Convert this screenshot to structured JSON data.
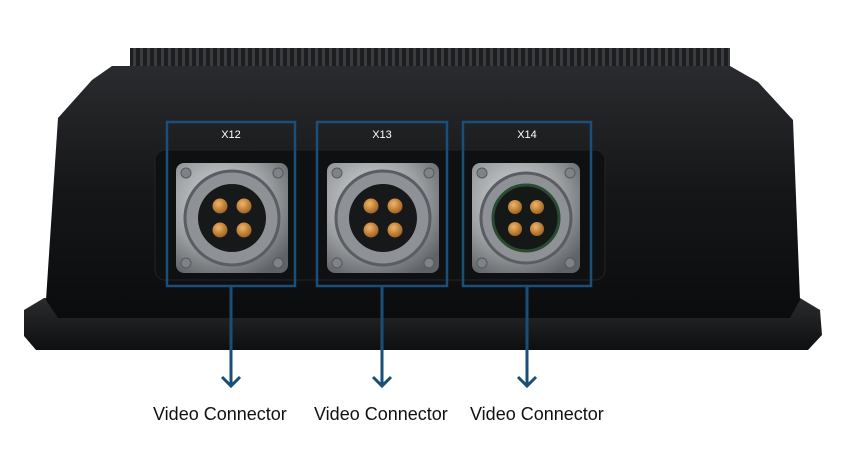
{
  "colors": {
    "housing": "#121315",
    "highlight": "#1b4f7a",
    "arrow": "#1a4e78",
    "connector_metal": "#a7aaad",
    "pin_gold": "#c8883a"
  },
  "connectors": [
    {
      "id": "X12",
      "label": "Video Connector"
    },
    {
      "id": "X13",
      "label": "Video Connector"
    },
    {
      "id": "X14",
      "label": "Video Connector"
    }
  ]
}
